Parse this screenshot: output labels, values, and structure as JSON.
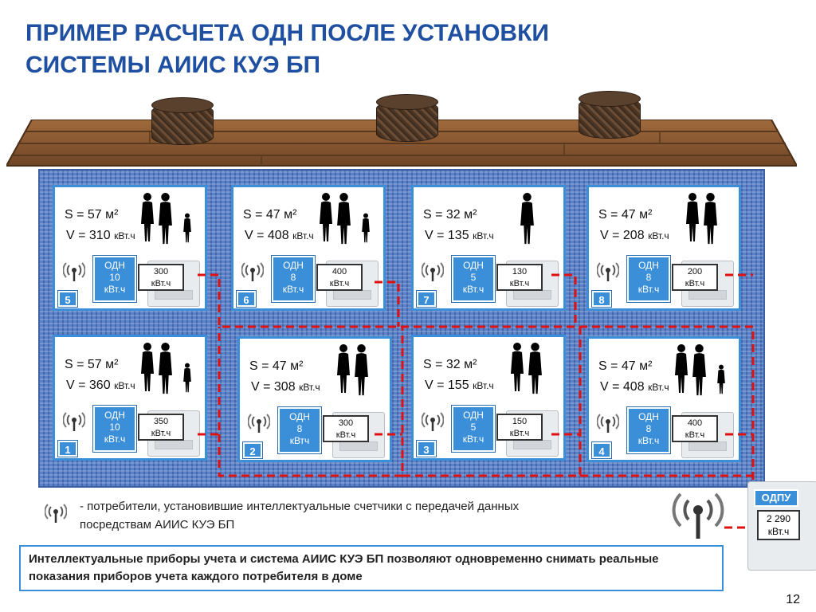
{
  "title": {
    "line1": "ПРИМЕР РАСЧЕТА ОДН ПОСЛЕ УСТАНОВКИ",
    "line2": "СИСТЕМЫ АИИС КУЭ БП"
  },
  "apartments": [
    {
      "num": "5",
      "s": "S = 57 м²",
      "v": "V = 310",
      "unit": "кВт.ч",
      "odn": "ОДН\n10\nкВт.ч",
      "reading": "300\nкВт.ч",
      "people": "family-icon"
    },
    {
      "num": "6",
      "s": "S = 47 м²",
      "v": "V = 408",
      "unit": "кВт.ч",
      "odn": "ОДН\n8\nкВт.ч",
      "reading": "400\nкВт.ч",
      "people": "family-icon"
    },
    {
      "num": "7",
      "s": "S = 32 м²",
      "v": "V = 135",
      "unit": "кВт.ч",
      "odn": "ОДН\n5\nкВт.ч",
      "reading": "130\nкВт.ч",
      "people": "person-icon"
    },
    {
      "num": "8",
      "s": "S = 47 м²",
      "v": "V = 208",
      "unit": "кВт.ч",
      "odn": "ОДН\n8\nкВт.ч",
      "reading": "200\nкВт.ч",
      "people": "couple-icon"
    },
    {
      "num": "1",
      "s": "S = 57 м²",
      "v": "V = 360",
      "unit": "кВт.ч",
      "odn": "ОДН\n10\nкВт.ч",
      "reading": "350\nкВт.ч",
      "people": "family-icon"
    },
    {
      "num": "2",
      "s": "S = 47 м²",
      "v": "V = 308",
      "unit": "кВт.ч",
      "odn": "ОДН\n8\nкВтч",
      "reading": "300\nкВт.ч",
      "people": "couple-icon"
    },
    {
      "num": "3",
      "s": "S = 32 м²",
      "v": "V = 155",
      "unit": "кВт.ч",
      "odn": "ОДН\n5\nкВт.ч",
      "reading": "150\nкВт.ч",
      "people": "couple-icon"
    },
    {
      "num": "4",
      "s": "S = 47 м²",
      "v": "V = 408",
      "unit": "кВт.ч",
      "odn": "ОДН\n8\nкВт.ч",
      "reading": "400\nкВт.ч",
      "people": "family-icon"
    }
  ],
  "legend": {
    "text": "- потребители, установившие интеллектуальные счетчики с передачей данных посредствам АИИС КУЭ БП",
    "icon": "antenna-icon"
  },
  "info": "Интеллектуальные приборы учета и система АИИС КУЭ БП позволяют одновременно снимать реальные показания приборов учета каждого потребителя в доме",
  "odpu": {
    "label": "ОДПУ",
    "reading": "2 290\nкВт.ч"
  },
  "page_number": "12",
  "colors": {
    "title": "#1f4fa0",
    "accent": "#3a8fd8",
    "wire": "#e01010",
    "wall": "#5a82c8",
    "roof": "#8b5a33"
  }
}
